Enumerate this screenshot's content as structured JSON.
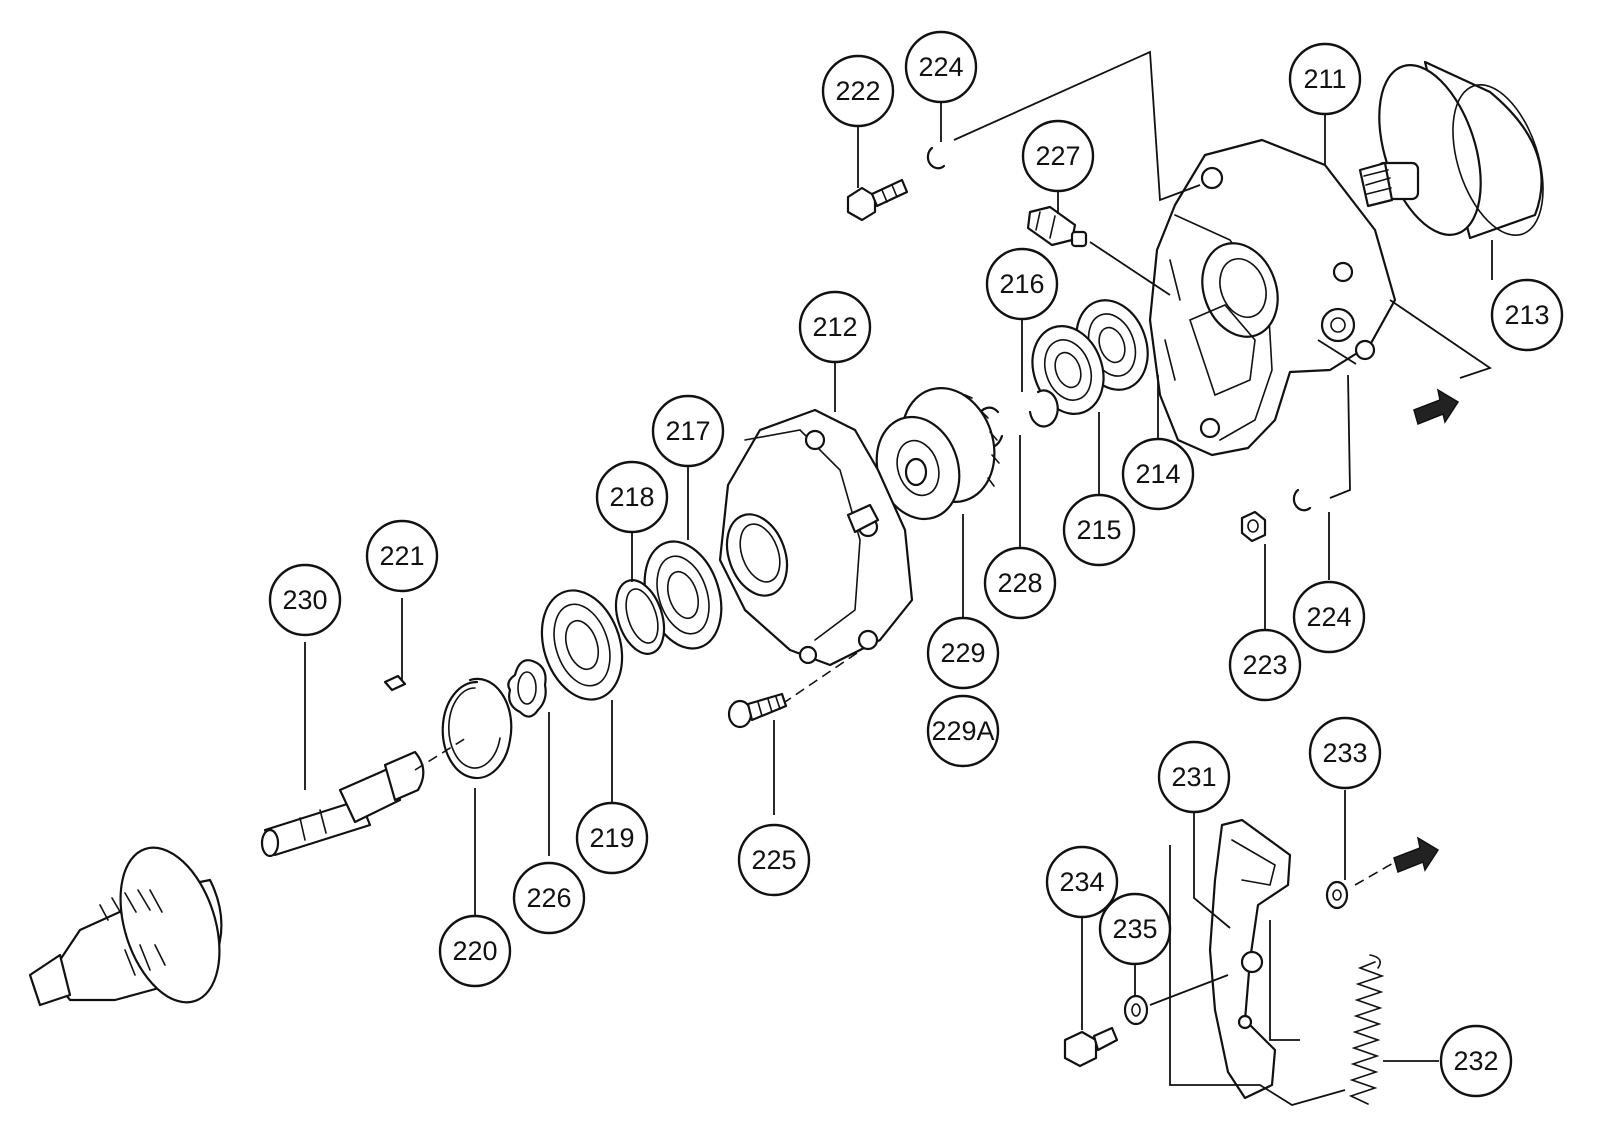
{
  "labels": {
    "p211": "211",
    "p212": "212",
    "p213": "213",
    "p214": "214",
    "p215": "215",
    "p216": "216",
    "p217": "217",
    "p218": "218",
    "p219": "219",
    "p220": "220",
    "p221": "221",
    "p222": "222",
    "p223": "223",
    "p224a": "224",
    "p224b": "224",
    "p225": "225",
    "p226": "226",
    "p227": "227",
    "p228": "228",
    "p229": "229",
    "p229a": "229A",
    "p230": "230",
    "p231": "231",
    "p232": "232",
    "p233": "233",
    "p234": "234",
    "p235": "235"
  }
}
